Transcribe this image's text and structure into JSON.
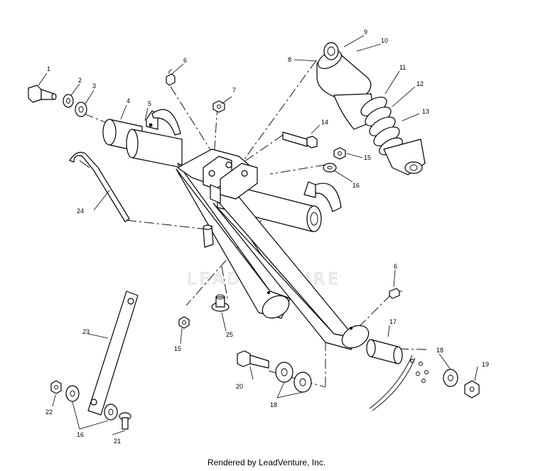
{
  "watermark": "LEADVENTURE",
  "footer": "Rendered by LeadVenture, Inc.",
  "callouts": {
    "c1": "1",
    "c2": "2",
    "c3": "3",
    "c4": "4",
    "c5": "5",
    "c6a": "6",
    "c6b": "6",
    "c7": "7",
    "c8": "8",
    "c9": "9",
    "c10": "10",
    "c11": "11",
    "c12": "12",
    "c13": "13",
    "c14": "14",
    "c15a": "15",
    "c15b": "15",
    "c16a": "16",
    "c16b": "16",
    "c17": "17",
    "c18a": "18",
    "c18b": "18",
    "c19": "19",
    "c20": "20",
    "c21": "21",
    "c22": "22",
    "c23": "23",
    "c24": "24",
    "c25": "25"
  }
}
